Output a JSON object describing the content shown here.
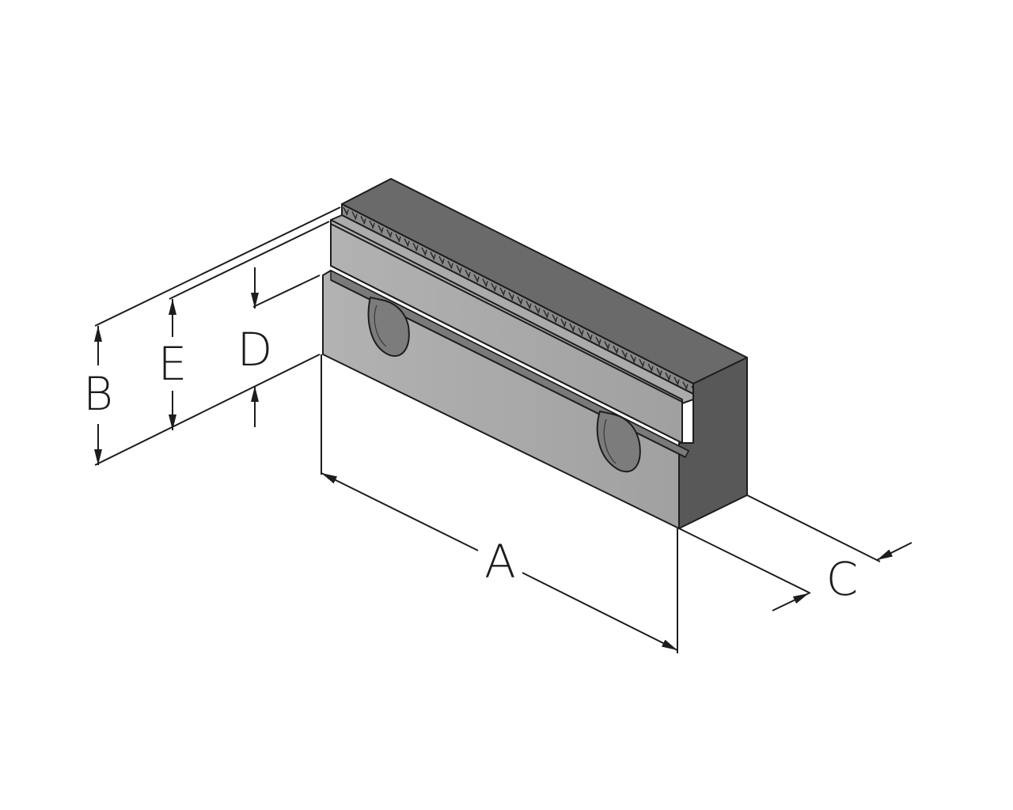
{
  "diagram": {
    "labels": {
      "A": "A",
      "B": "B",
      "C": "C",
      "D": "D",
      "E": "E"
    },
    "colors": {
      "front_face": "#a8a8a8",
      "top_face": "#6d6d6d",
      "side_face": "#5a5a5a",
      "groove": "#7a7a7a",
      "outline": "#1d1d1b",
      "hole": "#7c7c7c"
    }
  }
}
